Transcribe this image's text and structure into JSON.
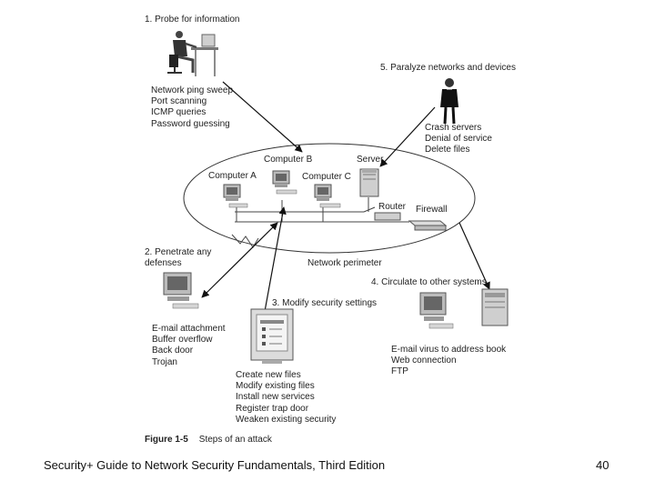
{
  "steps": {
    "probe": {
      "title": "1. Probe for information",
      "items": [
        "Network ping sweep",
        "Port scanning",
        "ICMP queries",
        "Password guessing"
      ]
    },
    "penetrate": {
      "title_line1": "2. Penetrate any",
      "title_line2": "defenses",
      "items": [
        "E-mail attachment",
        "Buffer overflow",
        "Back door",
        "Trojan"
      ]
    },
    "modify": {
      "title": "3. Modify security settings",
      "items": [
        "Create new files",
        "Modify existing files",
        "Install new services",
        "Register trap door",
        "Weaken existing security"
      ]
    },
    "circulate": {
      "title": "4. Circulate to other systems",
      "items": [
        "E-mail virus to address book",
        "Web connection",
        "FTP"
      ]
    },
    "paralyze": {
      "title": "5. Paralyze networks and devices",
      "items": [
        "Crash servers",
        "Denial of service",
        "Delete files"
      ]
    }
  },
  "network": {
    "computer_a": "Computer A",
    "computer_b": "Computer B",
    "computer_c": "Computer C",
    "server": "Server",
    "router": "Router",
    "firewall": "Firewall",
    "perimeter": "Network perimeter"
  },
  "caption": {
    "figure": "Figure 1-5",
    "text": "Steps of an attack"
  },
  "footer": {
    "book_title": "Security+ Guide to Network Security Fundamentals, Third Edition",
    "page_number": "40"
  }
}
